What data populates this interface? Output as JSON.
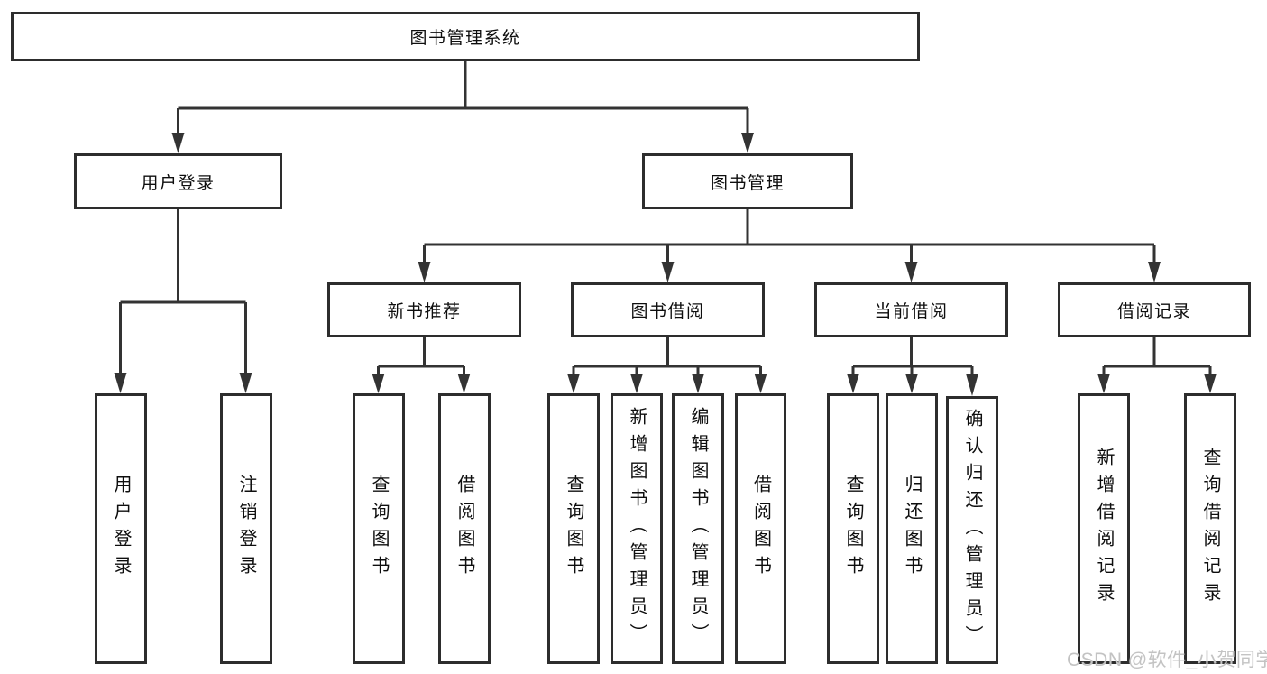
{
  "diagram": {
    "root": {
      "label": "图书管理系统"
    },
    "branches": [
      {
        "label": "用户登录",
        "children": [
          {
            "label": "用户登录"
          },
          {
            "label": "注销登录"
          }
        ]
      },
      {
        "label": "图书管理",
        "children": [
          {
            "label": "新书推荐",
            "children": [
              {
                "label": "查询图书"
              },
              {
                "label": "借阅图书"
              }
            ]
          },
          {
            "label": "图书借阅",
            "children": [
              {
                "label": "查询图书"
              },
              {
                "label": "新增图书（管理员）"
              },
              {
                "label": "编辑图书（管理员）"
              },
              {
                "label": "借阅图书"
              }
            ]
          },
          {
            "label": "当前借阅",
            "children": [
              {
                "label": "查询图书"
              },
              {
                "label": "归还图书"
              },
              {
                "label": "确认归还（管理员）"
              }
            ]
          },
          {
            "label": "借阅记录",
            "children": [
              {
                "label": "新增借阅记录"
              },
              {
                "label": "查询借阅记录"
              }
            ]
          }
        ]
      }
    ]
  },
  "watermark": {
    "text": "CSDN @软件_小贺同学"
  },
  "colors": {
    "line": "#333333",
    "box_border": "#2d2d2d",
    "text": "#0e0e0e",
    "watermark": "#c3c3c3",
    "background": "#ffffff"
  }
}
